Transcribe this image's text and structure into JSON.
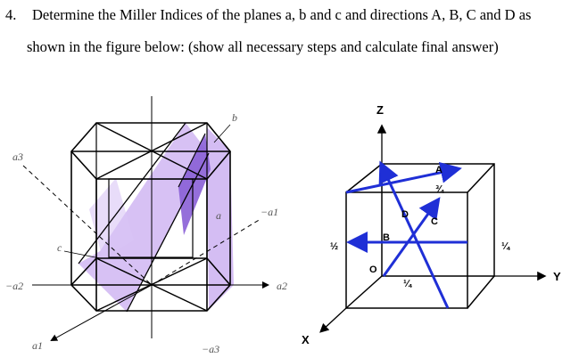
{
  "question": {
    "number": "4.",
    "line1": "Determine the Miller Indices of the planes a, b and c and directions A, B, C and D as",
    "line2": "shown in the figure below: (show all necessary steps and calculate final answer)"
  },
  "hex_figure": {
    "axis_labels": {
      "a3": "a3",
      "neg_a1": "−a1",
      "neg_a2": "−a2",
      "a2": "a2",
      "a1": "a1",
      "neg_a3": "−a3"
    },
    "plane_labels": {
      "a": "a",
      "b": "b",
      "c": "c"
    },
    "colors": {
      "plane_fill": "#b08be6",
      "plane_dark": "#8a5fd6",
      "lines": "#000000"
    }
  },
  "cube_figure": {
    "axis_labels": {
      "z": "Z",
      "y": "Y",
      "x": "X",
      "origin": "O"
    },
    "direction_labels": {
      "A": "A",
      "B": "B",
      "C": "C",
      "D": "D"
    },
    "fractions": {
      "top_three_quarter": "¾",
      "left_half": "½",
      "right_quarter": "¼",
      "bottom_quarter": "¼"
    },
    "colors": {
      "arrows": "#1f2fd6",
      "edges": "#000000"
    }
  }
}
